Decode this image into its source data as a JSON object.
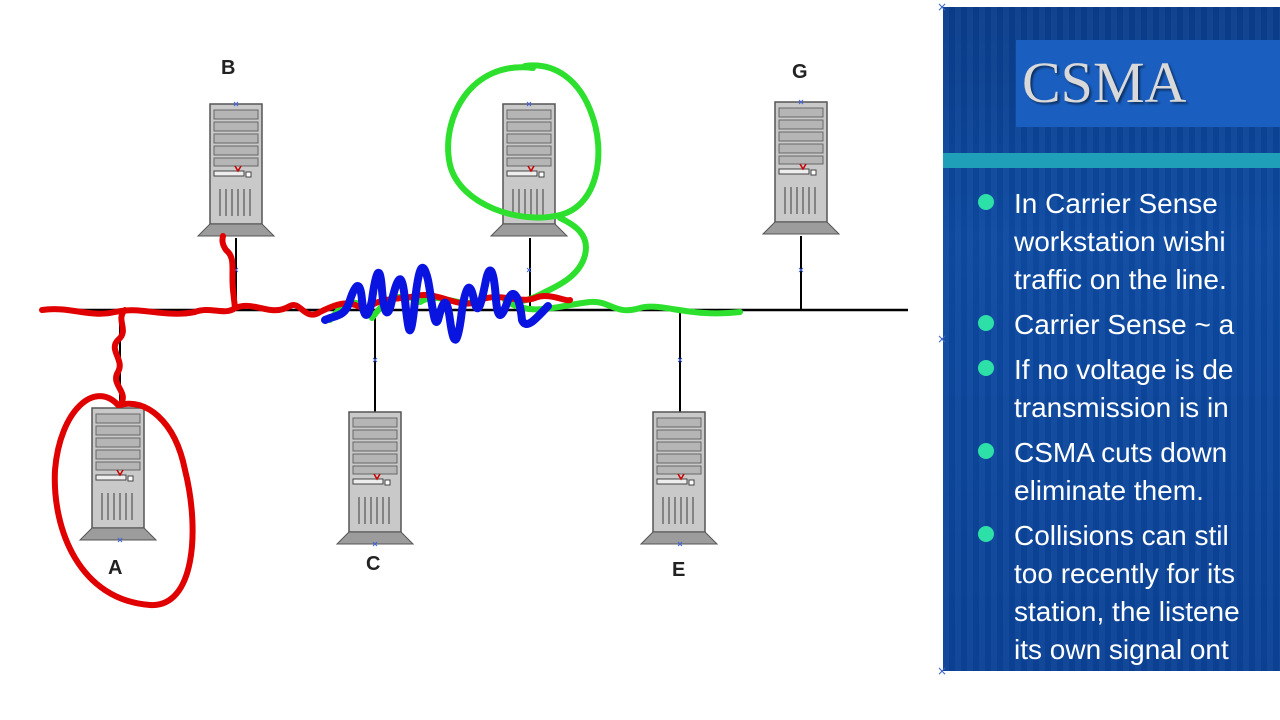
{
  "diagram": {
    "nodes": [
      {
        "id": "A",
        "label": "A"
      },
      {
        "id": "B",
        "label": "B"
      },
      {
        "id": "C",
        "label": "C"
      },
      {
        "id": "D",
        "label": ""
      },
      {
        "id": "E",
        "label": "E"
      },
      {
        "id": "G",
        "label": "G"
      }
    ],
    "annotation_colors": {
      "red": "#e00000",
      "green": "#2ee02e",
      "blue": "#0a14e0"
    }
  },
  "slide": {
    "title": "CSMA",
    "colors": {
      "background": "#0d4aa2",
      "title_box": "#1a5fc0",
      "bar": "#1fa0b8",
      "bullet": "#2de0a8"
    },
    "bullets": [
      {
        "text": "In Carrier Sense\nworkstation wishi\ntraffic on the line."
      },
      {
        "text": "Carrier Sense ~ a"
      },
      {
        "text": "If no voltage is de\ntransmission is in"
      },
      {
        "text": "CSMA cuts down\neliminate them."
      },
      {
        "text": "Collisions can stil\ntoo recently for its\nstation, the listene\nits own signal ont"
      }
    ]
  }
}
